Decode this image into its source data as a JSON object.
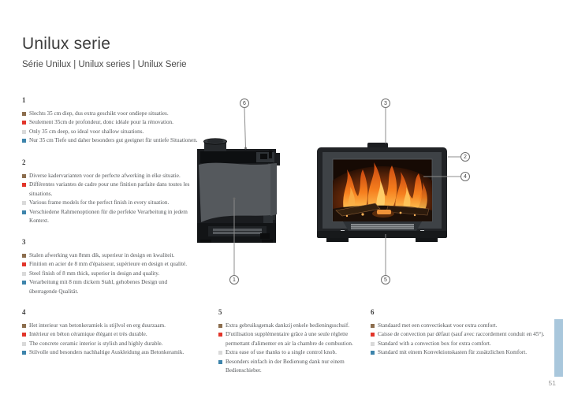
{
  "page": {
    "title": "Unilux serie",
    "subtitle": "Série Unilux | Unilux series | Unilux Serie",
    "page_number": "51"
  },
  "bullet_colors": {
    "nl": "#8c6e4e",
    "fr": "#e2352a",
    "en": "#d9d9d9",
    "de": "#3d84ab"
  },
  "colors": {
    "side_tab": "#a9c7dc"
  },
  "callouts": [
    {
      "label": "6"
    },
    {
      "label": "3"
    },
    {
      "label": "2"
    },
    {
      "label": "4"
    },
    {
      "label": "1"
    },
    {
      "label": "5"
    }
  ],
  "sections": [
    {
      "number": "1",
      "items": [
        {
          "lang": "nl",
          "text": "Slechts 35 cm diep, dus extra geschikt voor ondiepe situaties."
        },
        {
          "lang": "fr",
          "text": "Seulement 35cm de profondeur, donc idéale pour la rénovation."
        },
        {
          "lang": "en",
          "text": "Only 35 cm deep, so ideal voor shallow situations."
        },
        {
          "lang": "de",
          "text": "Nur 35 cm Tiefe und daher besonders gut geeignet für untiefe Situationen."
        }
      ]
    },
    {
      "number": "2",
      "items": [
        {
          "lang": "nl",
          "text": "Diverse kadervarianten voor de perfecte afwerking in elke situatie."
        },
        {
          "lang": "fr",
          "text": "Différentes variantes de cadre pour une finition parfaite dans toutes les situations."
        },
        {
          "lang": "en",
          "text": "Various frame models for the perfect finish in every situation."
        },
        {
          "lang": "de",
          "text": "Verschiedene Rahmenoptionen für die perfekte Verarbeitung in jedem Kontext."
        }
      ]
    },
    {
      "number": "3",
      "items": [
        {
          "lang": "nl",
          "text": "Stalen afwerking van 8mm dik, superieur in design en kwaliteit."
        },
        {
          "lang": "fr",
          "text": "Finition en acier de 8 mm d'épaisseur, supérieure en design et qualité."
        },
        {
          "lang": "en",
          "text": "Steel finish of 8 mm thick, superior in design and quality."
        },
        {
          "lang": "de",
          "text": "Verarbeitung mit 8 mm dickem Stahl, gehobenes Design und überragende Qualität."
        }
      ]
    },
    {
      "number": "4",
      "items": [
        {
          "lang": "nl",
          "text": "Het interieur van betonkeramiek is stijlvol en erg duurzaam."
        },
        {
          "lang": "fr",
          "text": "Intérieur en béton céramique élégant et très durable."
        },
        {
          "lang": "en",
          "text": "The concrete ceramic interior is stylish and highly durable."
        },
        {
          "lang": "de",
          "text": "Stilvolle und besonders nachhaltige Auskleidung aus Betonkeramik."
        }
      ]
    },
    {
      "number": "5",
      "items": [
        {
          "lang": "nl",
          "text": "Extra gebruiksgemak dankzij enkele bedieningsschuif."
        },
        {
          "lang": "fr",
          "text": "D'utilisation supplémentaire grâce à une seule réglette permettant d'alimenter en air la chambre de combustion."
        },
        {
          "lang": "en",
          "text": "Extra ease of use thanks to a single control knob."
        },
        {
          "lang": "de",
          "text": "Besonders einfach in der Bedienung dank nur einem Bedienschieber."
        }
      ]
    },
    {
      "number": "6",
      "items": [
        {
          "lang": "nl",
          "text": "Standaard met een convectiekast voor extra comfort."
        },
        {
          "lang": "fr",
          "text": "Caisse de convection par défaut (sauf avec raccordement conduit en 45°)."
        },
        {
          "lang": "en",
          "text": "Standard with a convection box for extra comfort."
        },
        {
          "lang": "de",
          "text": "Standard mit einem Konvektionskasten für zusätzlichen Komfort."
        }
      ]
    }
  ]
}
